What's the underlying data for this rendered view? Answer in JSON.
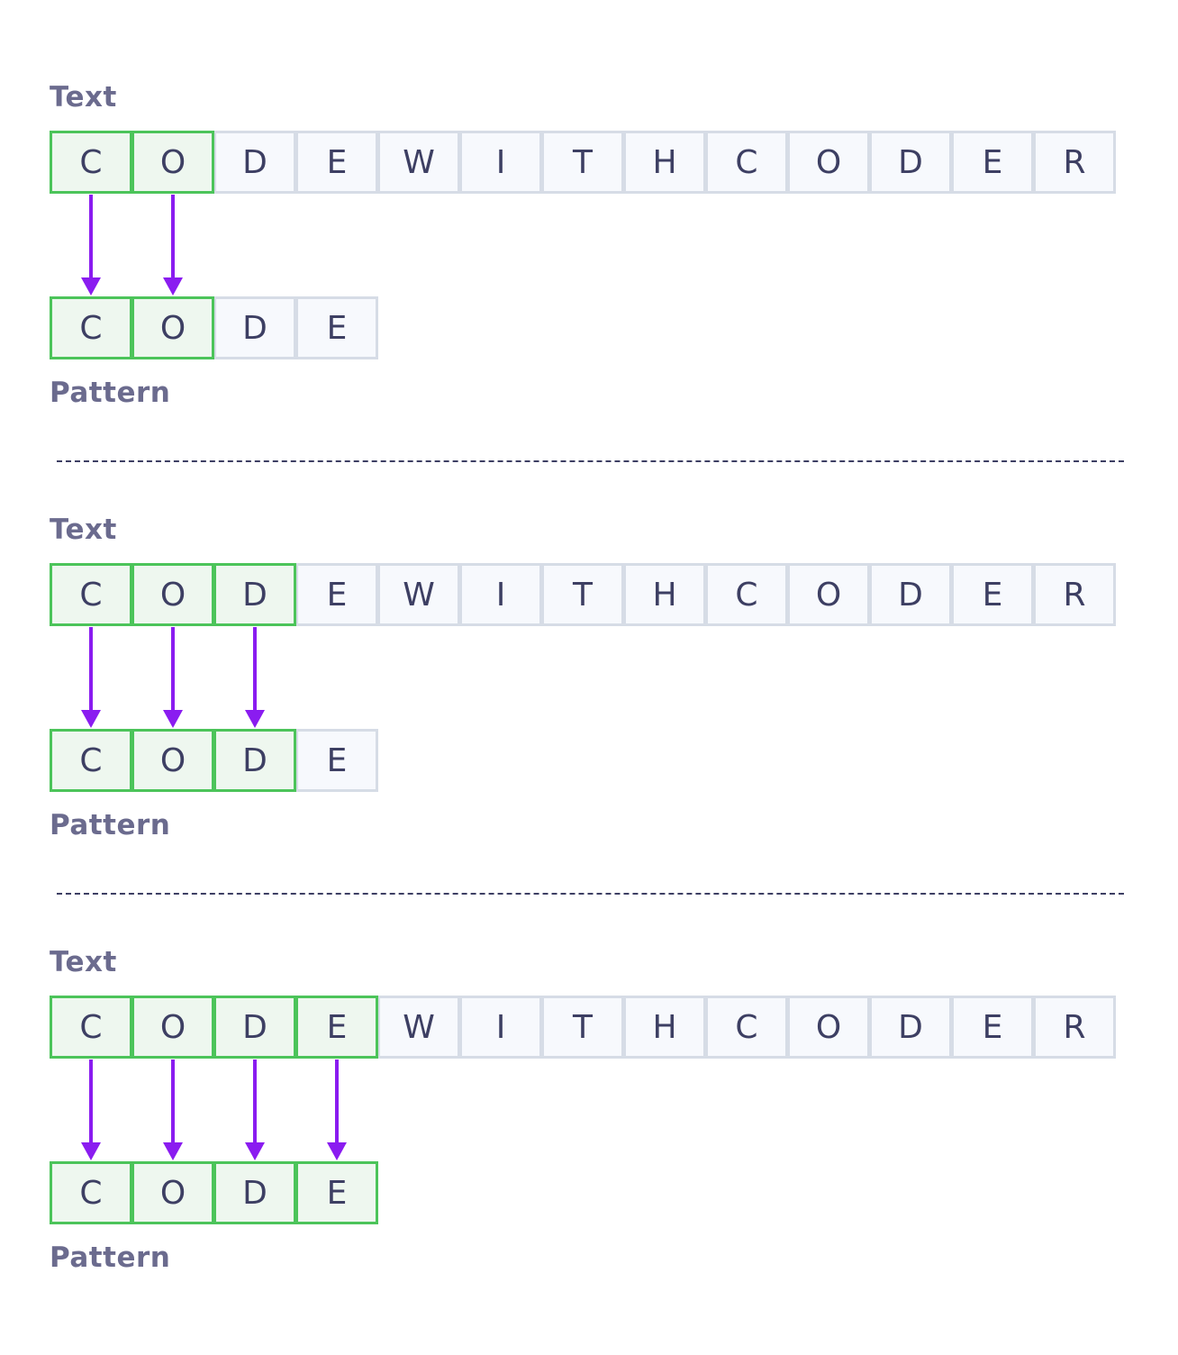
{
  "steps": [
    {
      "text_label": "Text",
      "pattern_label": "Pattern",
      "text": [
        "C",
        "O",
        "D",
        "E",
        "W",
        "I",
        "T",
        "H",
        "C",
        "O",
        "D",
        "E",
        "R"
      ],
      "pattern": [
        "C",
        "O",
        "D",
        "E"
      ],
      "matched": 2
    },
    {
      "text_label": "Text",
      "pattern_label": "Pattern",
      "text": [
        "C",
        "O",
        "D",
        "E",
        "W",
        "I",
        "T",
        "H",
        "C",
        "O",
        "D",
        "E",
        "R"
      ],
      "pattern": [
        "C",
        "O",
        "D",
        "E"
      ],
      "matched": 3
    },
    {
      "text_label": "Text",
      "pattern_label": "Pattern",
      "text": [
        "C",
        "O",
        "D",
        "E",
        "W",
        "I",
        "T",
        "H",
        "C",
        "O",
        "D",
        "E",
        "R"
      ],
      "pattern": [
        "C",
        "O",
        "D",
        "E"
      ],
      "matched": 4
    }
  ],
  "colors": {
    "match_border": "#4cc45a",
    "match_fill": "#eef7ef",
    "cell_border": "#d6dce6",
    "cell_fill": "#f7f9fd",
    "arrow": "#8a1cf0",
    "label": "#6b6b8e",
    "glyph": "#3d3f63"
  }
}
